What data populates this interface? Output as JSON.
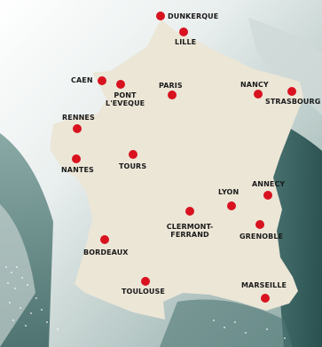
{
  "colors": {
    "land": "#ece6d7",
    "marker": "#d8121f",
    "label": "#1a1a1a",
    "background": "#9fb6b2"
  },
  "cities": {
    "dunkerque": "DUNKERQUE",
    "lille": "LILLE",
    "caen": "CAEN",
    "pont_leveque": "PONT\nL'EVEQUE",
    "paris": "PARIS",
    "nancy": "NANCY",
    "strasbourg": "STRASBOURG",
    "rennes": "RENNES",
    "nantes": "NANTES",
    "tours": "TOURS",
    "annecy": "ANNECY",
    "lyon": "LYON",
    "clermont_ferrand": "CLERMONT-\nFERRAND",
    "grenoble": "GRENOBLE",
    "bordeaux": "BORDEAUX",
    "toulouse": "TOULOUSE",
    "marseille": "MARSEILLE"
  }
}
